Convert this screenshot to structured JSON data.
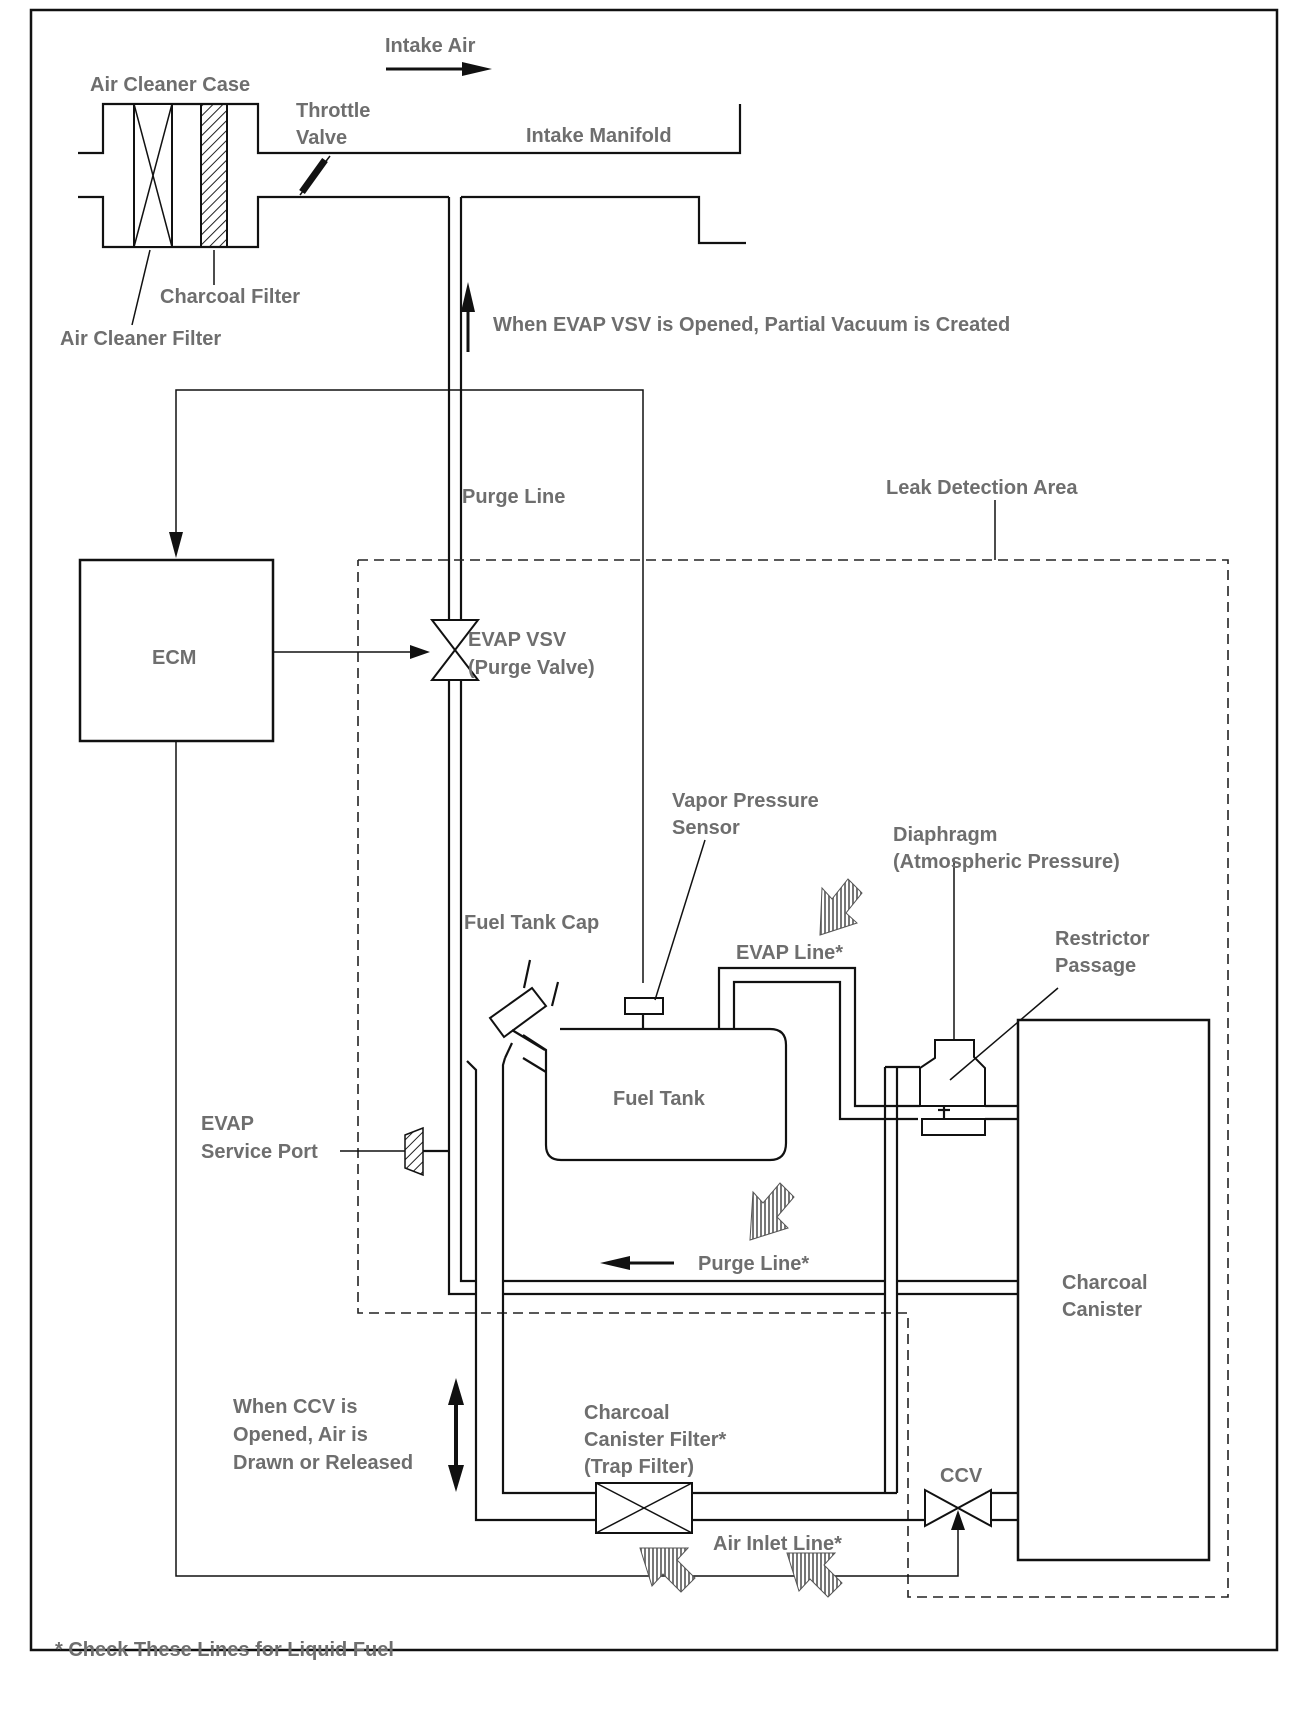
{
  "diagram": {
    "labels": {
      "intake_air": "Intake Air",
      "air_cleaner_case": "Air Cleaner Case",
      "throttle_valve_1": "Throttle",
      "throttle_valve_2": "Valve",
      "intake_manifold": "Intake Manifold",
      "charcoal_filter": "Charcoal Filter",
      "air_cleaner_filter": "Air Cleaner Filter",
      "partial_vacuum": "When EVAP VSV is Opened, Partial Vacuum is Created",
      "purge_line_top": "Purge Line",
      "leak_detection_area": "Leak Detection Area",
      "ecm": "ECM",
      "evap_vsv_1": "EVAP VSV",
      "evap_vsv_2": "(Purge Valve)",
      "vapor_pressure_1": "Vapor Pressure",
      "vapor_pressure_2": "Sensor",
      "diaphragm_1": "Diaphragm",
      "diaphragm_2": "(Atmospheric Pressure)",
      "fuel_tank_cap": "Fuel Tank Cap",
      "evap_line": "EVAP Line*",
      "restrictor_1": "Restrictor",
      "restrictor_2": "Passage",
      "evap_service_port_1": "EVAP",
      "evap_service_port_2": "Service Port",
      "fuel_tank": "Fuel Tank",
      "purge_line_bottom": "Purge Line*",
      "charcoal_canister_1": "Charcoal",
      "charcoal_canister_2": "Canister",
      "ccv_air_1": "When CCV is",
      "ccv_air_2": "Opened, Air is",
      "ccv_air_3": "Drawn or Released",
      "trap_filter_1": "Charcoal",
      "trap_filter_2": "Canister Filter*",
      "trap_filter_3": "(Trap Filter)",
      "ccv": "CCV",
      "air_inlet_line": "Air Inlet Line*",
      "footnote": "* Check These Lines for Liquid Fuel"
    }
  }
}
